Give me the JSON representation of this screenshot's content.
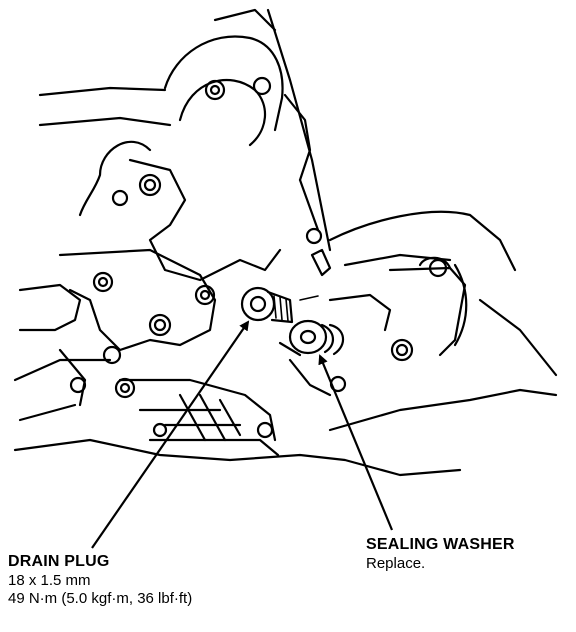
{
  "callouts": {
    "drain_plug": {
      "title": "DRAIN PLUG",
      "size": "18 x 1.5 mm",
      "torque": "49 N·m (5.0 kgf·m, 36 lbf·ft)"
    },
    "sealing_washer": {
      "title": "SEALING WASHER",
      "note": "Replace."
    }
  },
  "colors": {
    "ink": "#000000",
    "paper": "#ffffff"
  }
}
